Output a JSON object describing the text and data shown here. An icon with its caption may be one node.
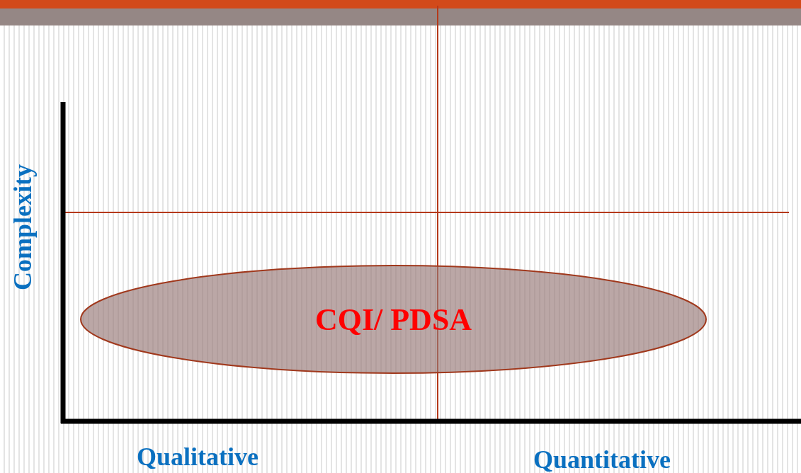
{
  "diagram": {
    "nodes": [
      {
        "text": [
          "CQI/ PDSA"
        ]
      }
    ],
    "labels": [
      "Complexity",
      "Qualitative",
      "Quantitative"
    ]
  }
}
